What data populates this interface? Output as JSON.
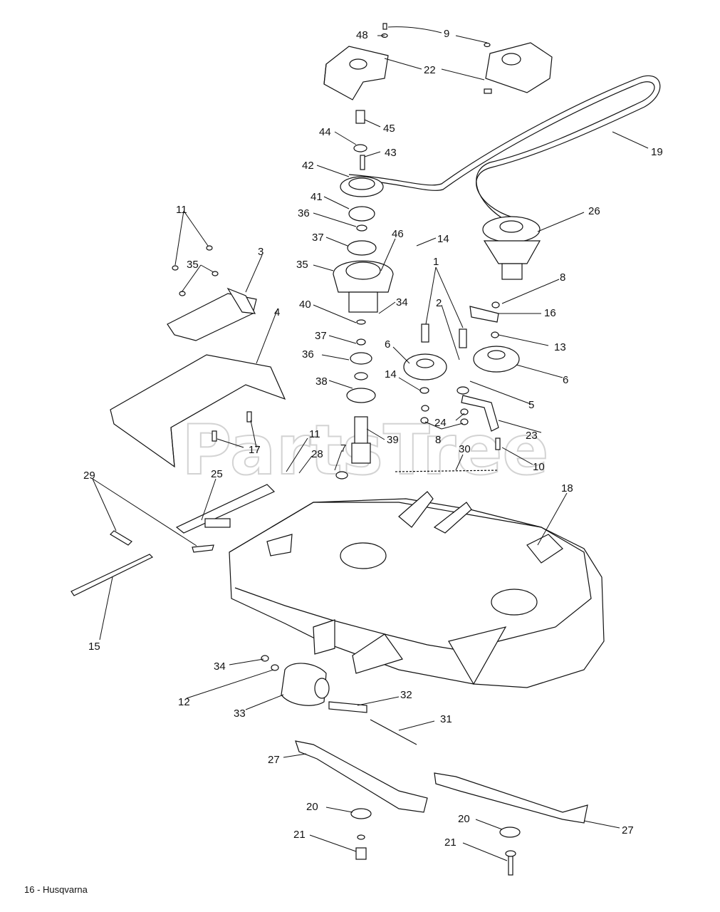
{
  "diagram": {
    "watermark": "PartsTree",
    "footer": "16 - Husqvarna",
    "labels": [
      "48",
      "9",
      "22",
      "45",
      "44",
      "43",
      "19",
      "42",
      "26",
      "41",
      "11",
      "36",
      "14",
      "37",
      "3",
      "35",
      "46",
      "35",
      "8",
      "1",
      "34",
      "16",
      "4",
      "40",
      "2",
      "37",
      "13",
      "6",
      "36",
      "6",
      "14",
      "38",
      "5",
      "24",
      "39",
      "23",
      "8",
      "17",
      "11",
      "28",
      "7",
      "30",
      "10",
      "29",
      "25",
      "18",
      "15",
      "34",
      "12",
      "32",
      "33",
      "31",
      "27",
      "20",
      "27",
      "20",
      "21",
      "21"
    ]
  }
}
